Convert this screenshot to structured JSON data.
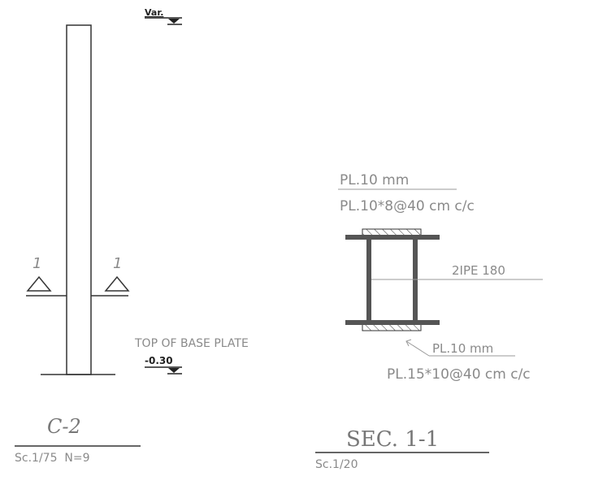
{
  "labels": {
    "top_level": "Var.",
    "section_mark_left": "1",
    "section_mark_right": "1",
    "top_of_base_plate": "TOP OF BASE PLATE",
    "base_level": "-0.30",
    "column_title": "C-2",
    "column_scale": "Sc.1/75  N=9",
    "plate_top_1": "PL.10 mm",
    "plate_top_2": "PL.10*8@40 cm c/c",
    "profile": "2IPE 180",
    "plate_bottom_1": "PL.10 mm",
    "plate_bottom_2": "PL.15*10@40 cm c/c",
    "section_title": "SEC. 1-1",
    "section_scale": "Sc.1/20"
  },
  "colors": {
    "steel": "#555555",
    "line": "#333333",
    "text_gray": "#8a8a8a",
    "hatch": "#333333"
  }
}
